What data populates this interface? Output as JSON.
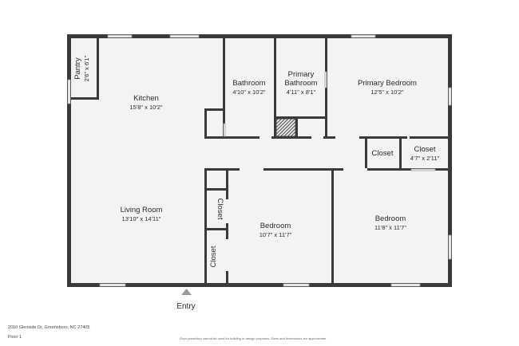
{
  "plan": {
    "rooms": {
      "kitchen": {
        "name": "Kitchen",
        "dim": "15'8\" x 10'2\""
      },
      "pantry": {
        "name": "Pantry",
        "dim": "2'6\" x 6'1\""
      },
      "bathroom": {
        "name": "Bathroom",
        "dim": "4'10\" x 10'2\""
      },
      "primary_bathroom": {
        "name_line1": "Primary",
        "name_line2": "Bathroom",
        "dim": "4'11\" x 8'1\""
      },
      "primary_bedroom": {
        "name": "Primary Bedroom",
        "dim": "12'5\" x 10'2\""
      },
      "closet_a": {
        "name": "Closet"
      },
      "closet_b": {
        "name": "Closet",
        "dim": "4'7\" x 2'11\""
      },
      "living_room": {
        "name": "Living Room",
        "dim": "13'10\" x 14'11\""
      },
      "closet_hall_upper": {
        "name": "Closet"
      },
      "closet_hall_lower": {
        "name": "Closet"
      },
      "bedroom_middle": {
        "name": "Bedroom",
        "dim": "10'7\" x 11'7\""
      },
      "bedroom_right": {
        "name": "Bedroom",
        "dim": "11'8\" x 11'7\""
      }
    },
    "entry": "Entry"
  },
  "footer": {
    "address": "2010 Glenside Dr, Greensboro, NC 27405",
    "floor": "Floor 1",
    "disclaimer": "Floor plans/tour cannot be used for building or design purposes. Sizes and dimensions are approximate."
  },
  "colors": {
    "wall": "#3a3a3a",
    "floor": "#f3f3f3"
  }
}
